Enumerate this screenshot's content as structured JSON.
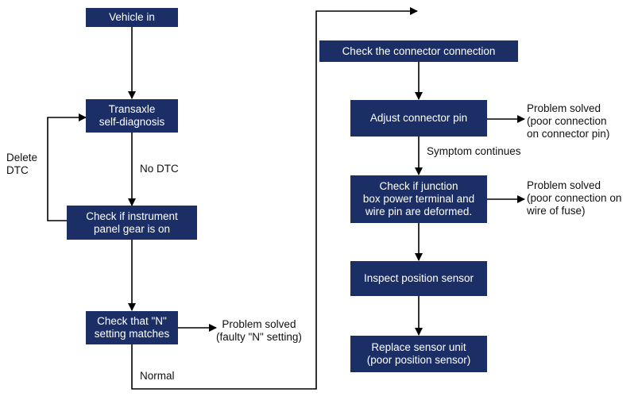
{
  "nodes": {
    "vehicle_in": "Vehicle in",
    "self_diagnosis": "Transaxle\nself-diagnosis",
    "instrument_panel": "Check if instrument\npanel gear is on",
    "n_setting": "Check that \"N\"\nsetting matches",
    "connector_connection": "Check the connector connection",
    "adjust_pin": "Adjust connector pin",
    "junction_box": "Check if junction\nbox power terminal and\nwire pin are deformed.",
    "position_sensor": "Inspect position sensor",
    "replace_sensor": "Replace sensor unit\n(poor position sensor)"
  },
  "labels": {
    "delete_dtc": "Delete\nDTC",
    "no_dtc": "No DTC",
    "normal": "Normal",
    "symptom_continues": "Symptom continues",
    "solved_n": "Problem solved\n(faulty \"N\" setting)",
    "solved_pin": "Problem solved\n(poor connection\non connector pin)",
    "solved_fuse": "Problem solved\n(poor connection on\nwire of fuse)"
  },
  "colors": {
    "box_fill": "#1b2f66",
    "box_text": "#ffffff",
    "line": "#000000"
  }
}
